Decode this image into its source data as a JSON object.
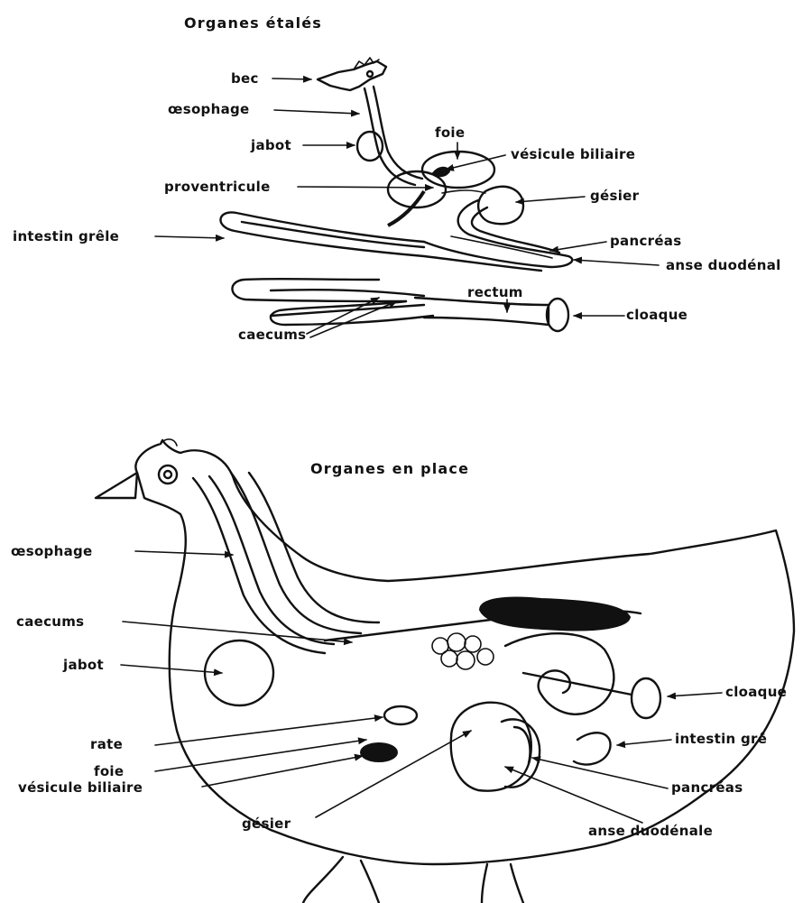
{
  "top_diagram": {
    "title": "Organes étalés",
    "labels": {
      "bec": "bec",
      "oesophage": "œsophage",
      "foie": "foie",
      "jabot": "jabot",
      "vesicule": "vésicule biliaire",
      "proventricule": "proventricule",
      "gesier": "gésier",
      "intestin": "intestin grêle",
      "pancreas": "pancréas",
      "anse": "anse duodénal",
      "rectum": "rectum",
      "cloaque": "cloaque",
      "caecums": "caecums"
    }
  },
  "bottom_diagram": {
    "title": "Organes en place",
    "labels": {
      "oesophage": "œsophage",
      "caecums": "caecums",
      "jabot": "jabot",
      "cloaque": "cloaque",
      "rate": "rate",
      "intestin": "intestin grê",
      "foie": "foie",
      "vesicule": "vésicule biliaire",
      "pancreas": "pancréas",
      "gesier": "gésier",
      "anse": "anse duodénale"
    }
  },
  "colors": {
    "ink": "#111111",
    "background": "#ffffff"
  }
}
